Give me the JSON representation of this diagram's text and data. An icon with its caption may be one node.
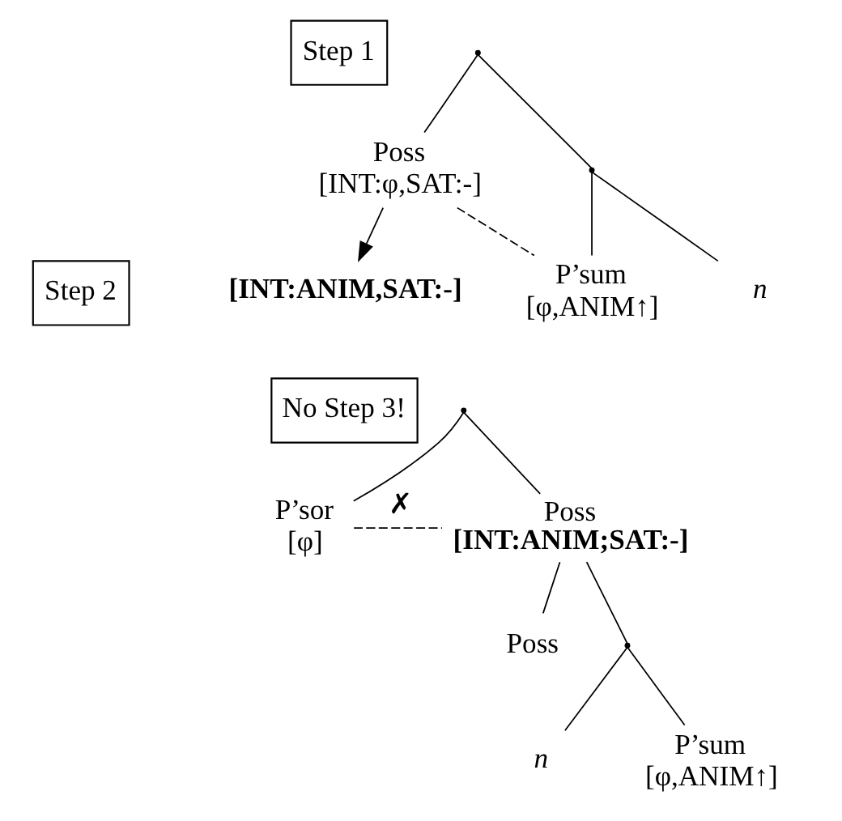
{
  "diagram": {
    "nodes": [
      {
        "text": [
          "Step 1"
        ]
      },
      {
        "text": [],
        "shape": "point"
      },
      {
        "text": [
          "Poss",
          "[INT:φ,SAT:-]"
        ]
      },
      {
        "text": [],
        "shape": "point"
      },
      {
        "text": [
          "n"
        ]
      },
      {
        "text": [
          "P’sum",
          "[φ,ANIM↑]"
        ]
      },
      {
        "text": [
          "Step 2"
        ]
      },
      {
        "text": [
          "[INT:ANIM,SAT:-]"
        ]
      },
      {
        "text": [
          "No Step 3!"
        ]
      },
      {
        "text": [],
        "shape": "point"
      },
      {
        "text": [
          "P’sor",
          "[φ]"
        ]
      },
      {
        "text": [
          "Poss",
          "[INT:ANIM;SAT:-]"
        ]
      },
      {
        "text": [
          "Poss"
        ]
      },
      {
        "text": [],
        "shape": "point"
      },
      {
        "text": [
          "n"
        ]
      },
      {
        "text": [
          "P’sum",
          "[φ,ANIM↑]"
        ]
      }
    ],
    "edges": [
      {
        "from": 1,
        "to": 2,
        "arrow": "none"
      },
      {
        "from": 1,
        "to": 3,
        "arrow": "none"
      },
      {
        "from": 3,
        "to": 4,
        "arrow": "none"
      },
      {
        "from": 3,
        "to": 5,
        "arrow": "none"
      },
      {
        "from": 2,
        "to": 5,
        "arrow": "none",
        "style": "dashed"
      },
      {
        "from": 2,
        "to": 7,
        "arrow": "to"
      },
      {
        "from": 9,
        "to": 10,
        "arrow": "none"
      },
      {
        "from": 9,
        "to": 11,
        "arrow": "none"
      },
      {
        "from": 11,
        "to": 12,
        "arrow": "none"
      },
      {
        "from": 11,
        "to": 13,
        "arrow": "none"
      },
      {
        "from": 13,
        "to": 14,
        "arrow": "none"
      },
      {
        "from": 13,
        "to": 15,
        "arrow": "none"
      },
      {
        "from": 10,
        "to": 11,
        "arrow": "none",
        "style": "dashed",
        "label": "✗"
      }
    ]
  }
}
